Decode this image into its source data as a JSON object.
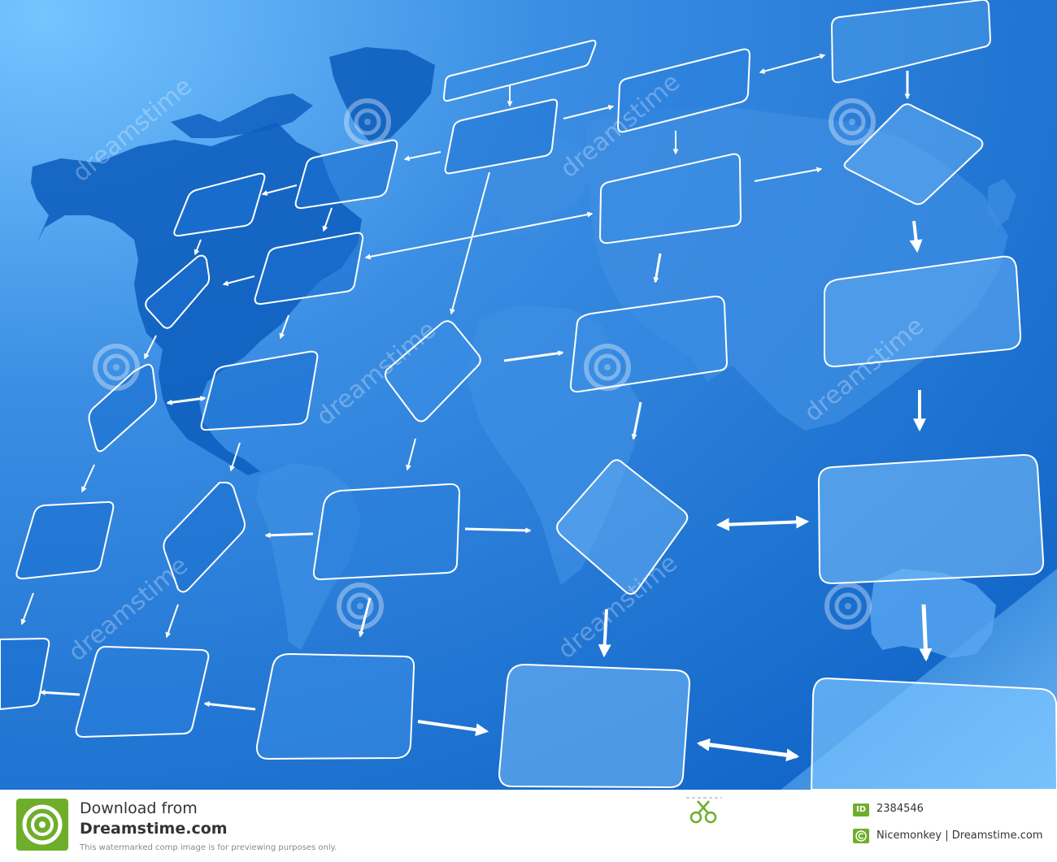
{
  "watermark": {
    "text": "dreamstime",
    "spiral_icon": "spiral-icon"
  },
  "footer": {
    "download_label": "Download from",
    "site_name": "Dreamstime.com",
    "notice": "This watermarked comp image is for previewing purposes only.",
    "id_badge": "ID",
    "image_id": "2384546",
    "credit": "Nicemonkey | Dreamstime.com",
    "logo_icon": "dreamstime-logo-icon",
    "scissors_icon": "scissors-icon",
    "copyright_icon": "copyright-icon"
  },
  "colors": {
    "background_light": "#74c4ff",
    "background_mid": "#2f86de",
    "background_dark": "#0a5fc4",
    "continent": "#0f5fbf",
    "shape_fill": "#9fd0ff",
    "shape_stroke": "#ffffff",
    "badge_green": "#6fae2a"
  }
}
